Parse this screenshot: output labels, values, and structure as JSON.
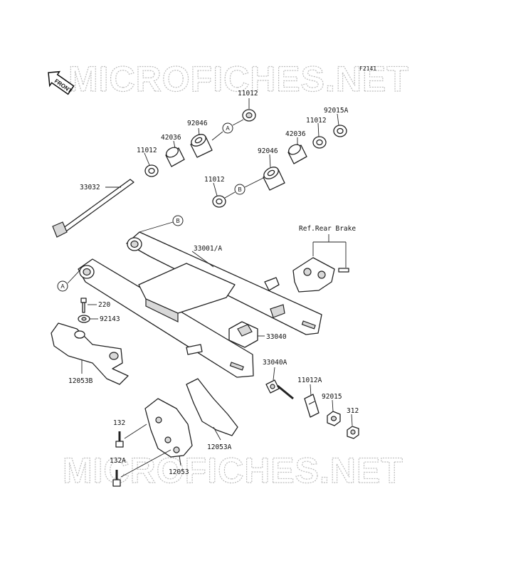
{
  "figure_code": "F2141",
  "watermark": "MICROFICHES.NET",
  "front_indicator": "FRONT",
  "reference_labels": {
    "a": "A",
    "b": "B"
  },
  "ref_note": "Ref.Rear Brake",
  "parts": {
    "p33032": "33032",
    "p11012_left": "11012",
    "p42036_left": "42036",
    "p92046_top": "92046",
    "p11012_top": "11012",
    "p42036_right": "42036",
    "p11012_right": "11012",
    "p92015A": "92015A",
    "p92046_mid": "92046",
    "p11012_mid": "11012",
    "p33001A": "33001/A",
    "p220": "220",
    "p92143": "92143",
    "p33040": "33040",
    "p12053B": "12053B",
    "p33040A": "33040A",
    "p11012A": "11012A",
    "p92015": "92015",
    "p312": "312",
    "p132": "132",
    "p132A": "132A",
    "p12053": "12053",
    "p12053A": "12053A"
  }
}
